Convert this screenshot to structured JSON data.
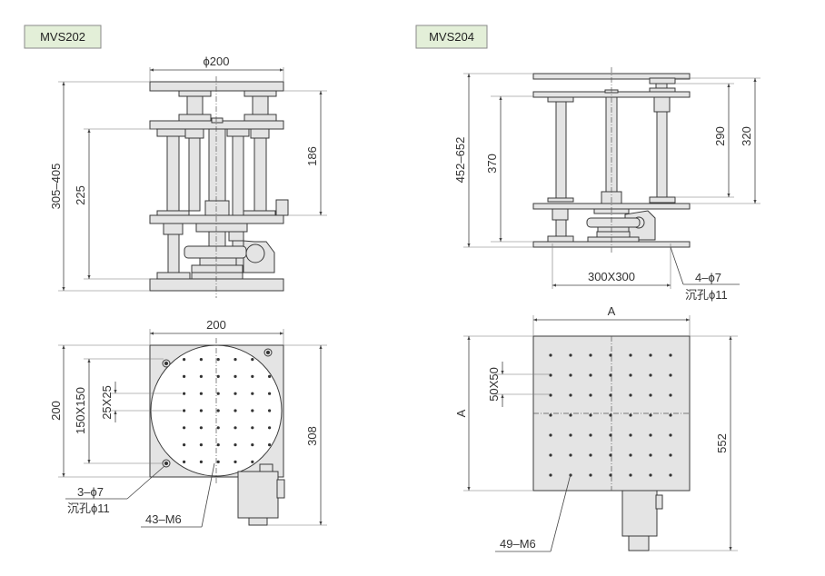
{
  "models": [
    {
      "name": "MVS202",
      "side_view": {
        "top_diameter": "ϕ200",
        "total_height": "305–405",
        "inner_height": "225",
        "stage_height": "186"
      },
      "top_view": {
        "width": "200",
        "depth": "200",
        "hole_pitch": "150X150",
        "grid_pitch": "25X25",
        "overall_length": "308",
        "mount_holes": "3–ϕ7",
        "counterbore": "沉孔ϕ11",
        "tapped_holes": "43–M6"
      }
    },
    {
      "name": "MVS204",
      "side_view": {
        "total_height": "452–652",
        "inner_height": "370",
        "dim_290": "290",
        "dim_320": "320",
        "base_pitch": "300X300",
        "mount_holes": "4–ϕ7",
        "counterbore": "沉孔ϕ11"
      },
      "top_view": {
        "width": "A",
        "depth": "A",
        "grid_pitch": "50X50",
        "overall_length": "552",
        "tapped_holes": "49–M6"
      }
    }
  ]
}
